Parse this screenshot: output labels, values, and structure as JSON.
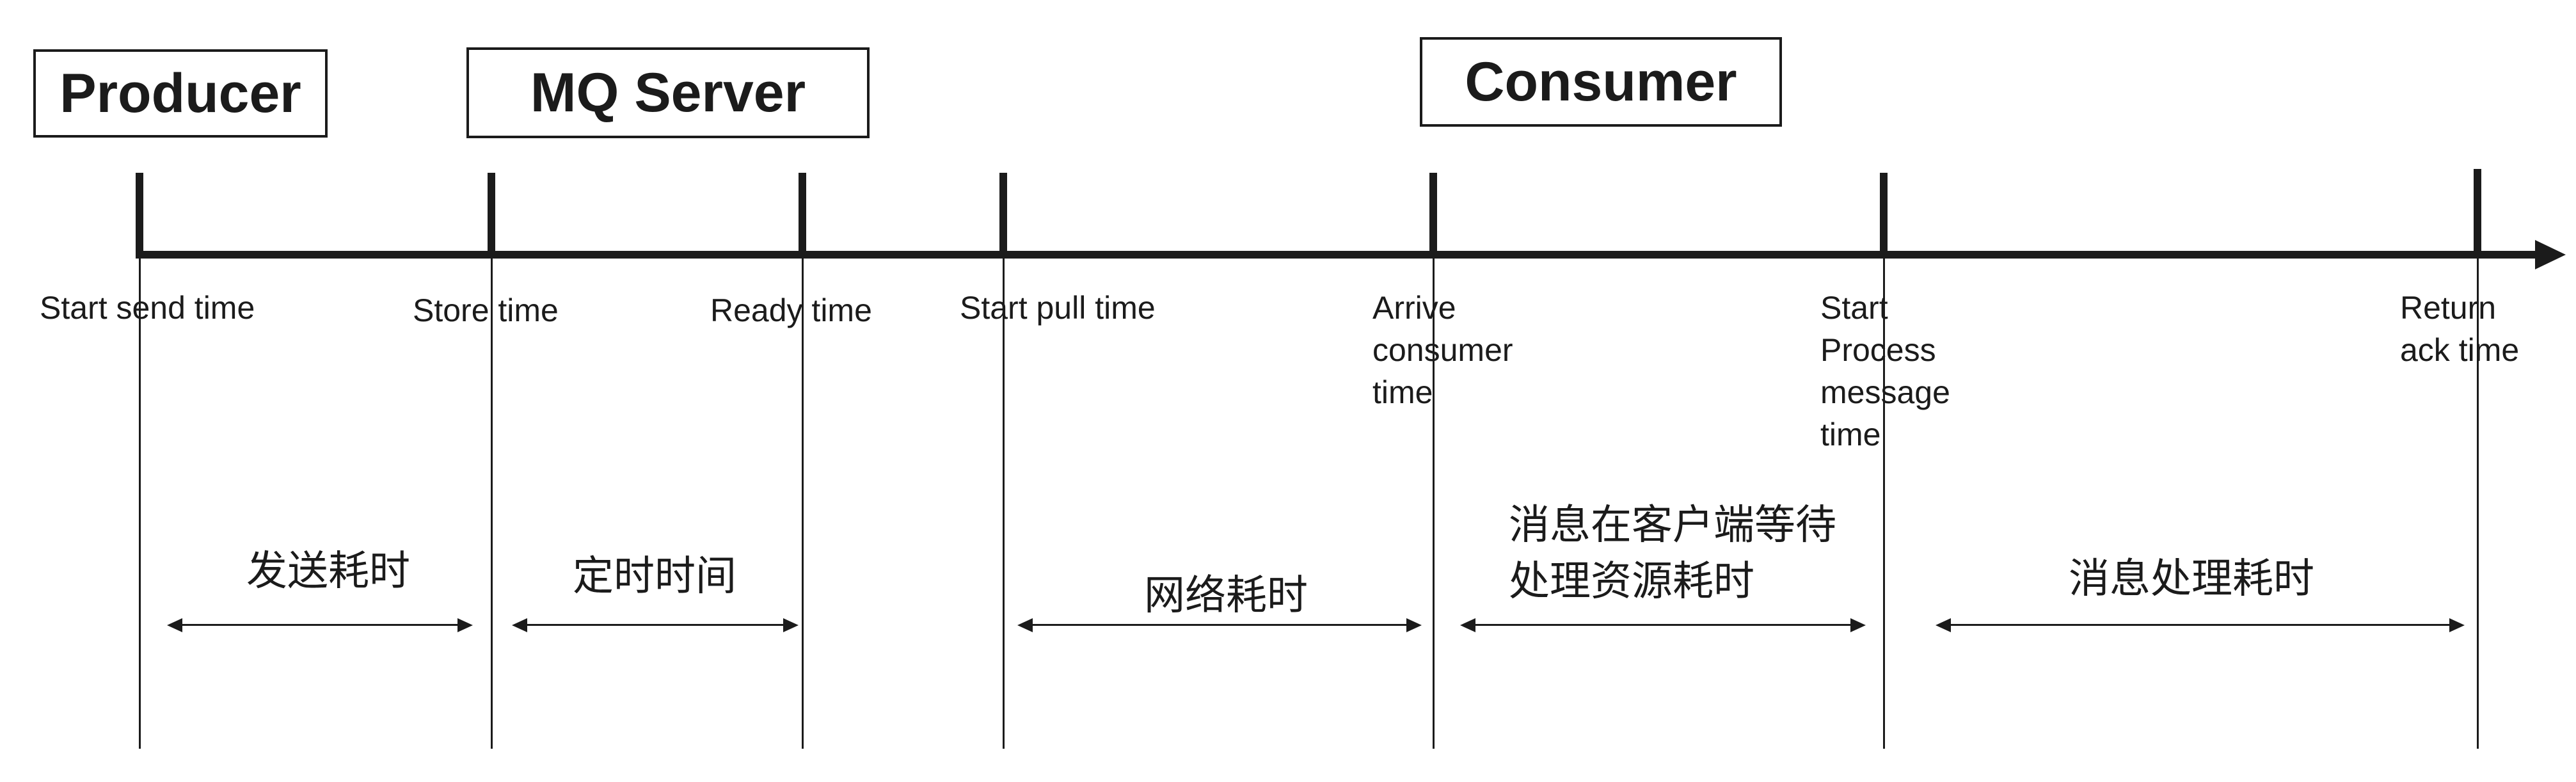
{
  "actors": [
    {
      "label": "Producer"
    },
    {
      "label": "MQ Server"
    },
    {
      "label": "Consumer"
    }
  ],
  "timeline_events": [
    "Start send time",
    "Store time",
    "Ready time",
    "Start pull time",
    "Arrive consumer time",
    "Start Process message time",
    "Return ack time"
  ],
  "durations": [
    {
      "label": "发送耗时",
      "from": "Start send time",
      "to": "Store time"
    },
    {
      "label": "定时时间",
      "from": "Store time",
      "to": "Ready time"
    },
    {
      "label": "网络耗时",
      "from": "Start pull time",
      "to": "Arrive consumer time"
    },
    {
      "label": "消息在客户端等待处理资源耗时",
      "from": "Arrive consumer time",
      "to": "Start Process message time"
    },
    {
      "label": "消息处理耗时",
      "from": "Start Process message time",
      "to": "Return ack time"
    }
  ],
  "colors": {
    "ink": "#1b1b1b",
    "background": "#ffffff"
  }
}
